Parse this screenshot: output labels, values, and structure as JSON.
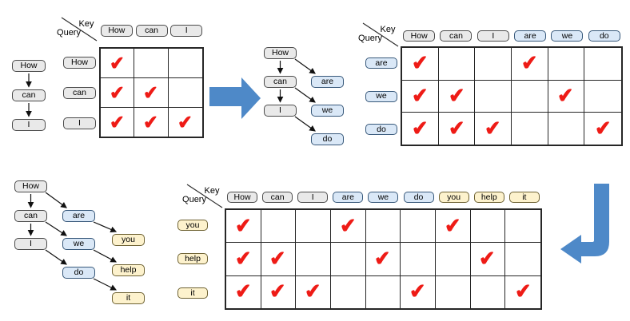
{
  "colors": {
    "gray_fill": "#e9e9e9",
    "gray_border": "#4b4b4b",
    "blue_fill": "#dae8f7",
    "blue_border": "#37587a",
    "yellow_fill": "#fdf2cd",
    "yellow_border": "#6e6233",
    "check": "#ee1b16",
    "big_arrow": "#4e89c8",
    "grid_line": "#262626",
    "edge_arrow": "#111111"
  },
  "check_glyph": "✔",
  "corner_labels": {
    "key": "Key",
    "query": "Query"
  },
  "steps": [
    {
      "name": "prompt-self-attention",
      "chain": {
        "columns": [
          {
            "group": "gray",
            "tokens": [
              "How",
              "can",
              "I"
            ]
          }
        ],
        "edges": [
          [
            "How",
            "can"
          ],
          [
            "can",
            "I"
          ]
        ]
      },
      "matrix": {
        "columns": [
          {
            "label": "How",
            "group": "gray"
          },
          {
            "label": "can",
            "group": "gray"
          },
          {
            "label": "I",
            "group": "gray"
          }
        ],
        "rows": [
          {
            "label": "How",
            "group": "gray"
          },
          {
            "label": "can",
            "group": "gray"
          },
          {
            "label": "I",
            "group": "gray"
          }
        ],
        "checks": [
          [
            0
          ],
          [
            0,
            1
          ],
          [
            0,
            1,
            2
          ]
        ]
      }
    },
    {
      "name": "first-decode-step",
      "chain": {
        "columns": [
          {
            "group": "gray",
            "tokens": [
              "How",
              "can",
              "I"
            ]
          },
          {
            "group": "blue",
            "tokens": [
              "are",
              "we",
              "do"
            ]
          }
        ],
        "edges": [
          [
            "How",
            "can"
          ],
          [
            "can",
            "I"
          ],
          [
            "How",
            "are"
          ],
          [
            "can",
            "we"
          ],
          [
            "I",
            "do"
          ]
        ]
      },
      "matrix": {
        "columns": [
          {
            "label": "How",
            "group": "gray"
          },
          {
            "label": "can",
            "group": "gray"
          },
          {
            "label": "I",
            "group": "gray"
          },
          {
            "label": "are",
            "group": "blue"
          },
          {
            "label": "we",
            "group": "blue"
          },
          {
            "label": "do",
            "group": "blue"
          }
        ],
        "rows": [
          {
            "label": "are",
            "group": "blue"
          },
          {
            "label": "we",
            "group": "blue"
          },
          {
            "label": "do",
            "group": "blue"
          }
        ],
        "checks": [
          [
            0,
            3
          ],
          [
            0,
            1,
            4
          ],
          [
            0,
            1,
            2,
            5
          ]
        ]
      }
    },
    {
      "name": "second-decode-step",
      "chain": {
        "columns": [
          {
            "group": "gray",
            "tokens": [
              "How",
              "can",
              "I"
            ]
          },
          {
            "group": "blue",
            "tokens": [
              "are",
              "we",
              "do"
            ]
          },
          {
            "group": "yellow",
            "tokens": [
              "you",
              "help",
              "it"
            ]
          }
        ],
        "edges": [
          [
            "How",
            "can"
          ],
          [
            "can",
            "I"
          ],
          [
            "How",
            "are"
          ],
          [
            "can",
            "we"
          ],
          [
            "I",
            "do"
          ],
          [
            "are",
            "you"
          ],
          [
            "we",
            "help"
          ],
          [
            "do",
            "it"
          ]
        ]
      },
      "matrix": {
        "columns": [
          {
            "label": "How",
            "group": "gray"
          },
          {
            "label": "can",
            "group": "gray"
          },
          {
            "label": "I",
            "group": "gray"
          },
          {
            "label": "are",
            "group": "blue"
          },
          {
            "label": "we",
            "group": "blue"
          },
          {
            "label": "do",
            "group": "blue"
          },
          {
            "label": "you",
            "group": "yellow"
          },
          {
            "label": "help",
            "group": "yellow"
          },
          {
            "label": "it",
            "group": "yellow"
          }
        ],
        "rows": [
          {
            "label": "you",
            "group": "yellow"
          },
          {
            "label": "help",
            "group": "yellow"
          },
          {
            "label": "it",
            "group": "yellow"
          }
        ],
        "checks": [
          [
            0,
            3,
            6
          ],
          [
            0,
            1,
            4,
            7
          ],
          [
            0,
            1,
            2,
            5,
            8
          ]
        ]
      }
    }
  ]
}
